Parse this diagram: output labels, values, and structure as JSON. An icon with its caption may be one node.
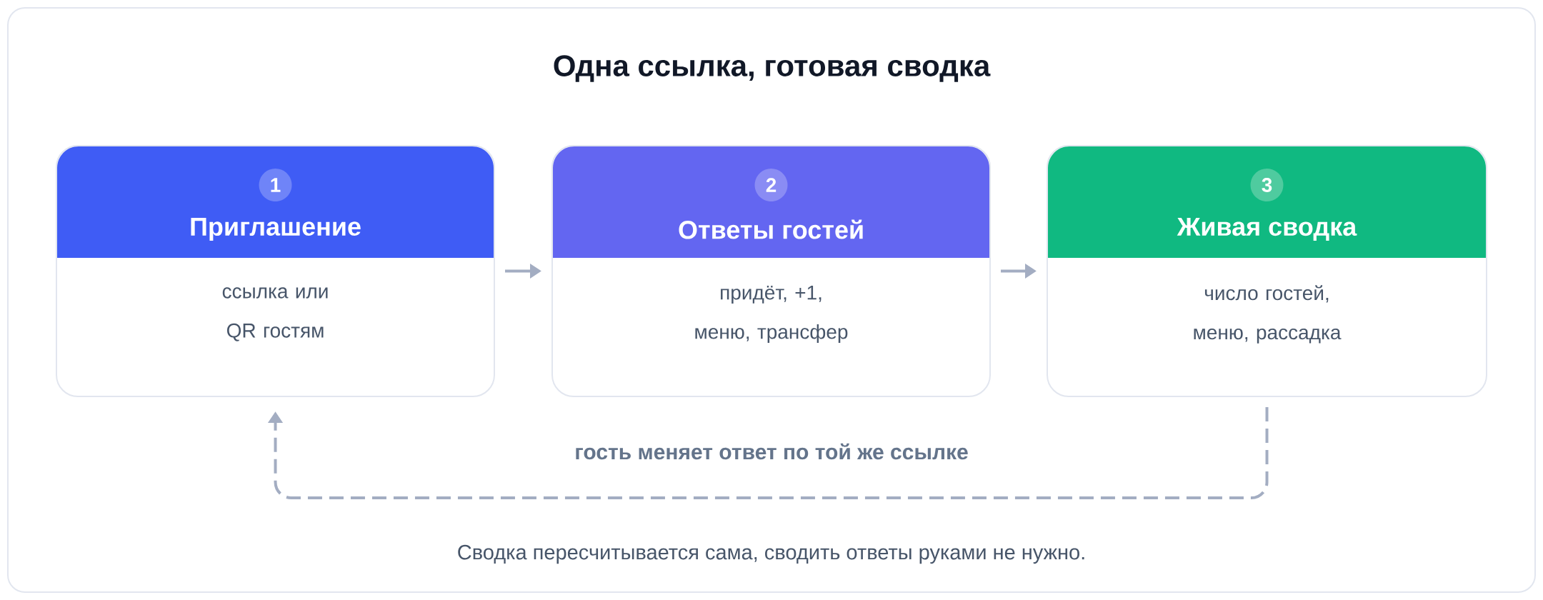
{
  "diagram": {
    "title": "Одна ссылка, готовая сводка",
    "nodes": [
      {
        "text": [
          "1",
          "Приглашение",
          "ссылка или QR гостям"
        ]
      },
      {
        "text": [
          "2",
          "Ответы гостей",
          "придёт, +1, меню, трансфер"
        ]
      },
      {
        "text": [
          "3",
          "Живая сводка",
          "число гостей, меню, рассадка"
        ]
      }
    ],
    "edges": [
      {
        "from": 0,
        "to": 1,
        "arrow": "to"
      },
      {
        "from": 1,
        "to": 2,
        "arrow": "to"
      },
      {
        "from": 2,
        "to": 0,
        "arrow": "to",
        "style": "dashed",
        "label": "гость меняет ответ по той же ссылке"
      }
    ],
    "caption": "Сводка пересчитывается сама, сводить ответы руками не нужно."
  }
}
